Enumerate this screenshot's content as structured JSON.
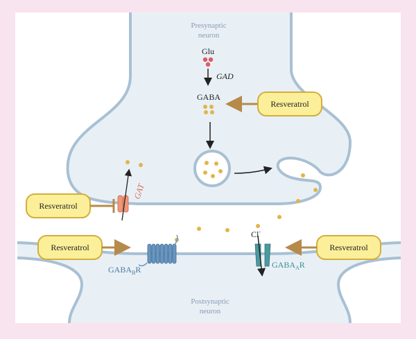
{
  "colors": {
    "background": "#f8e4ee",
    "panel": "#ffffff",
    "membrane_fill": "#e8f0f6",
    "membrane_stroke": "#a9c0d3",
    "gaba_dot": "#e0b54a",
    "glu_dot": "#dd5a66",
    "resveratrol_fill": "#fbef9a",
    "resveratrol_stroke": "#d4ae3a",
    "effect_arrow": "#b68a4a",
    "gat_transporter": "#f0977a",
    "gabab_receptor": "#6a96c0",
    "gabaa_receptor": "#4a9aa0"
  },
  "labels": {
    "presynaptic": [
      "Presynaptic",
      "neuron"
    ],
    "postsynaptic": [
      "Postsynaptic",
      "neuron"
    ],
    "glu": "Glu",
    "gad": "GAD",
    "gaba": "GABA",
    "gat": "GAT",
    "chloride": "Cl",
    "chloride_sup": "-",
    "gabab": {
      "main": "GABA",
      "sub": "B",
      "suffix": "R"
    },
    "gabaa": {
      "main": "GABA",
      "sub": "A",
      "suffix": "R"
    }
  },
  "resveratrol": {
    "top_right": "Resveratrol",
    "left_gat": "Resveratrol",
    "left_gabab": "Resveratrol",
    "right_gabaa": "Resveratrol"
  }
}
